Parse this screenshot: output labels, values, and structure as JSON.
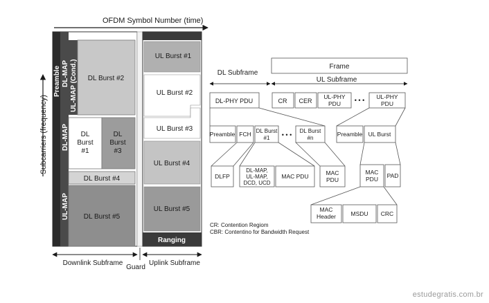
{
  "axis": {
    "time_label": "OFDM Symbol Number (time)",
    "freq_label": "Subcarriers (frequency)"
  },
  "downlink": {
    "preamble": "Preamble",
    "dl_map": "DL-MAP",
    "ul_map": "UL-MAP",
    "ul_map_cond": "UL-MAP (Cond.)",
    "dl_map_2": "DL-MAP",
    "ul_map_2": "UL-MAP",
    "burst2": "DL Burst #2",
    "burst1_line1": "DL",
    "burst1_line2": "Burst",
    "burst1_line3": "#1",
    "burst3_line1": "DL",
    "burst3_line2": "Burst",
    "burst3_line3": "#3",
    "burst4": "DL Burst #4",
    "burst5": "DL Burst #5",
    "subframe_label": "Downlink Subframe"
  },
  "guard_label": "Guard",
  "uplink": {
    "burst1": "UL Burst #1",
    "burst2": "UL Burst #2",
    "burst3": "UL Burst #3",
    "burst4": "UL Burst #4",
    "burst5": "UL Burst #5",
    "ranging": "Ranging",
    "subframe_label": "Uplink Subframe"
  },
  "frame_tree": {
    "frame": "Frame",
    "dl_subframe": "DL Subframe",
    "ul_subframe": "UL Subframe",
    "dl_phy_pdu": "DL-PHY PDU",
    "cr": "CR",
    "cer": "CER",
    "ul_phy_pdu_a_line1": "UL-PHY",
    "ul_phy_pdu_a_line2": "PDU",
    "ul_phy_pdu_b_line1": "UL-PHY",
    "ul_phy_pdu_b_line2": "PDU",
    "dl_preamble": "Preamble",
    "fch": "FCH",
    "dl_burst1_line1": "DL Burst",
    "dl_burst1_line2": "#1",
    "dl_burstn_line1": "DL Burst",
    "dl_burstn_line2": "#n",
    "ul_preamble": "Preamble",
    "ul_burst": "UL Burst",
    "dlfp": "DLFP",
    "maps_line1": "DL-MAP,",
    "maps_line2": "UL-MAP,",
    "maps_line3": "DCD, UCD",
    "mac_pdu_dl": "MAC PDU",
    "mac_pdu_a_line1": "MAC",
    "mac_pdu_a_line2": "PDU",
    "mac_pdu_b_line1": "MAC",
    "mac_pdu_b_line2": "PDU",
    "pad": "PAD",
    "mac_header_line1": "MAC",
    "mac_header_line2": "Header",
    "msdu": "MSDU",
    "crc": "CRC"
  },
  "notes": {
    "cr": "CR: Contention Regiom",
    "cbr": "CBR: Contentino for Bandwidth Request"
  },
  "watermark": "estudegratis.com.br"
}
